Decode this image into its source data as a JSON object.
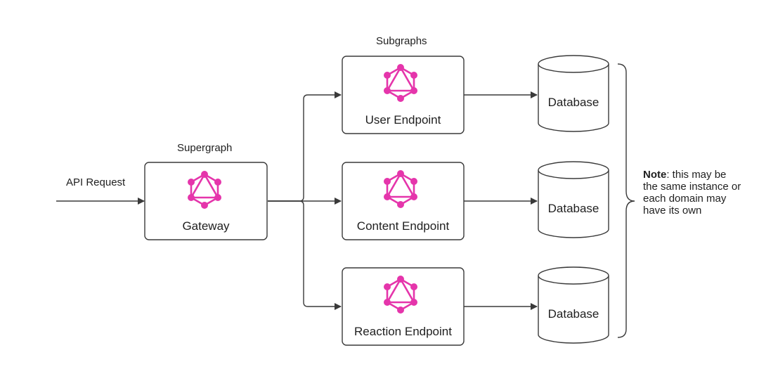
{
  "labels": {
    "api_request": "API Request",
    "supergraph": "Supergraph",
    "subgraphs": "Subgraphs"
  },
  "gateway": {
    "label": "Gateway"
  },
  "endpoints": [
    {
      "label": "User Endpoint"
    },
    {
      "label": "Content Endpoint"
    },
    {
      "label": "Reaction Endpoint"
    }
  ],
  "databases": [
    {
      "label": "Database"
    },
    {
      "label": "Database"
    },
    {
      "label": "Database"
    }
  ],
  "note": {
    "bold": "Note",
    "text": ": this may be the same instance or each domain may have its own"
  },
  "colors": {
    "graphql_icon": "#e535ab",
    "stroke": "#3a3a3a"
  },
  "icons": {
    "node_icon": "graphql-logo-icon"
  }
}
